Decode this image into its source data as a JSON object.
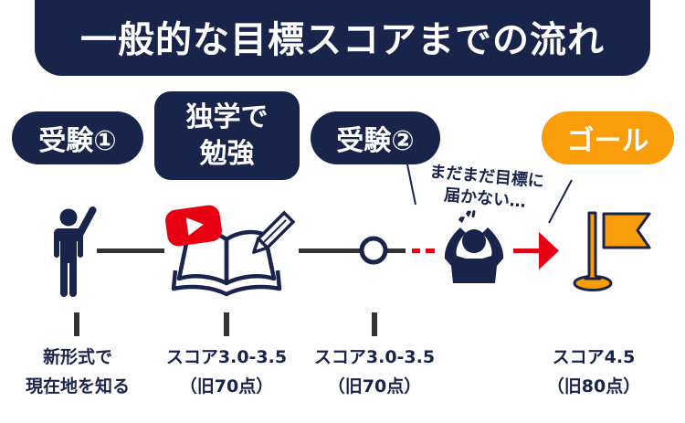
{
  "header": {
    "title": "一般的な目標スコアまでの流れ"
  },
  "steps": [
    {
      "label": "受験①",
      "icon": "person-raising-hand-icon",
      "caption_lines": [
        "新形式で",
        "現在地を知る"
      ]
    },
    {
      "label_lines": [
        "独学で",
        "勉強"
      ],
      "icon": "book-pencil-youtube-icon",
      "caption_lines": [
        "スコア3.0-3.5",
        "（旧70点）"
      ]
    },
    {
      "label": "受験②",
      "icon": "timeline-circle-node-icon",
      "caption_lines": [
        "スコア3.0-3.5",
        "（旧70点）"
      ]
    },
    {
      "icon": "frustrated-person-icon",
      "speech_lines": [
        "まだまだ目標に",
        "届かない…"
      ]
    },
    {
      "label": "ゴール",
      "icon": "goal-flag-icon",
      "caption_lines": [
        "スコア4.5",
        "（旧80点）"
      ]
    }
  ],
  "colors": {
    "navy": "#19244a",
    "orange": "#f99d0b",
    "red": "#e60012",
    "line_gray": "#333333",
    "background": "#ffffff"
  }
}
